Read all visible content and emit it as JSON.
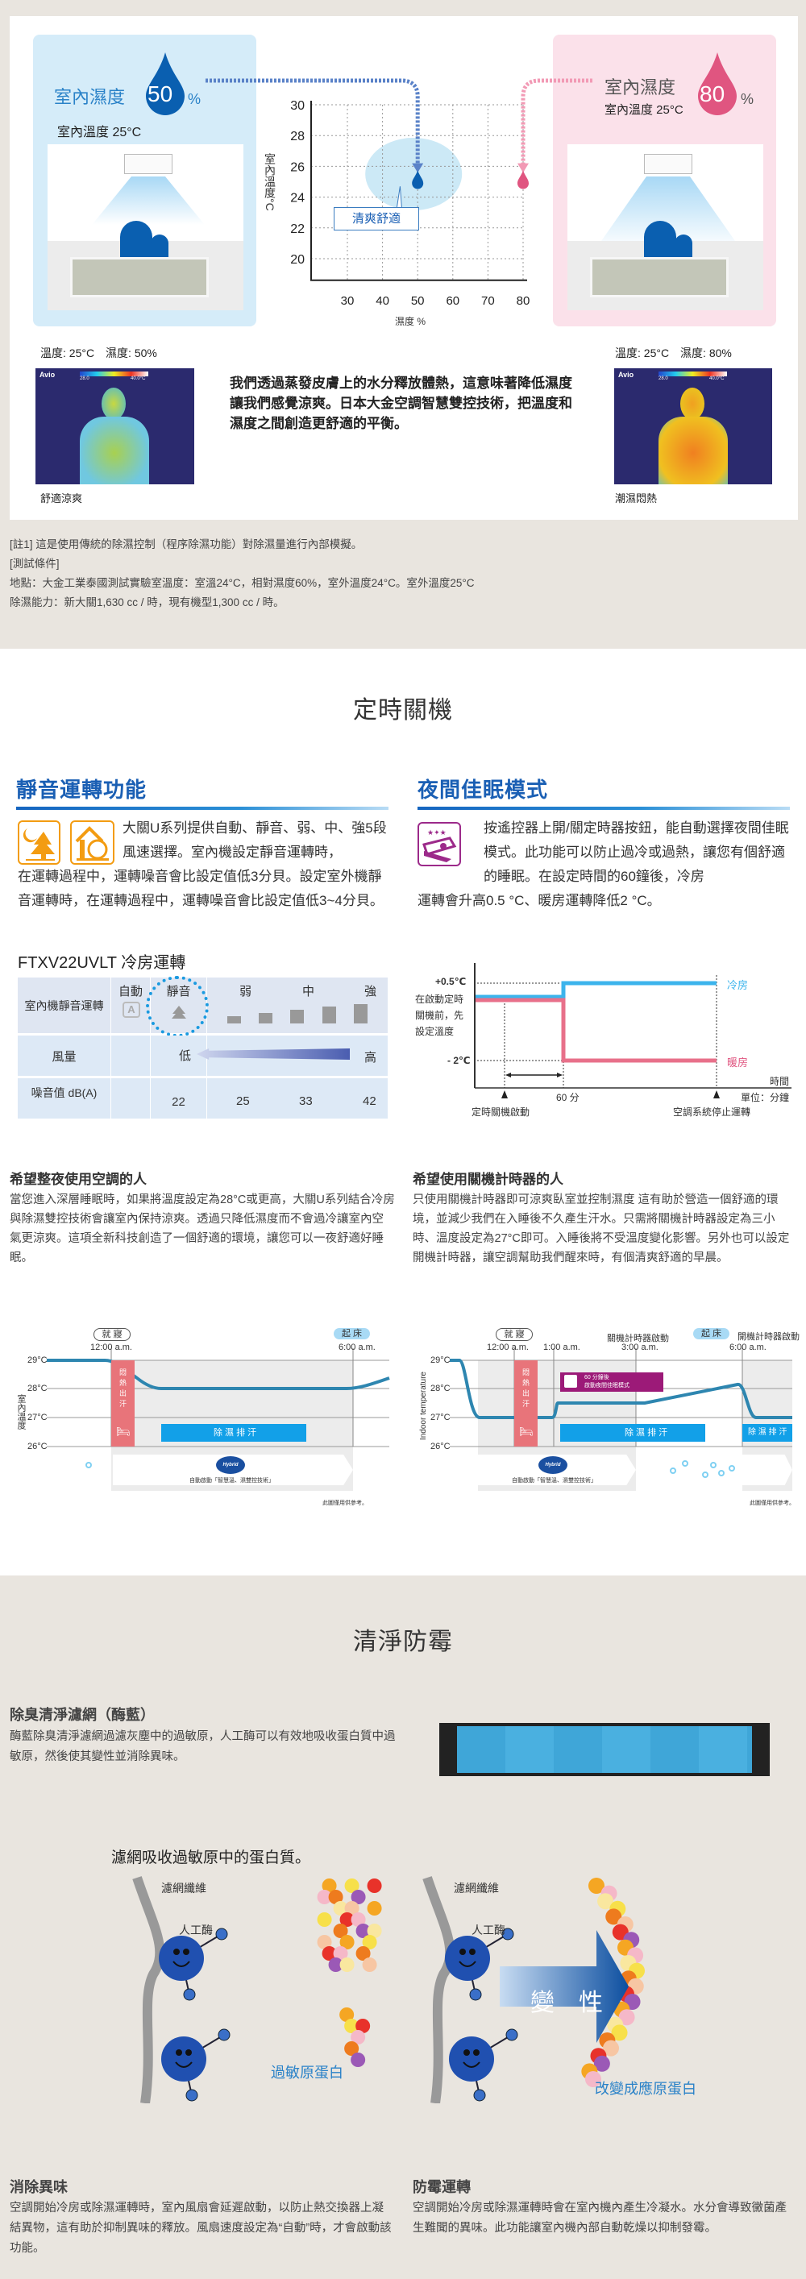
{
  "humidity_section": {
    "left_panel": {
      "label": "室內濕度",
      "value": "50",
      "unit": "%",
      "temp": "室內溫度 25°C"
    },
    "right_panel": {
      "label": "室內濕度",
      "value": "80",
      "unit": "%",
      "temp": "室內溫度 25°C"
    },
    "chart": {
      "y_label": "室內溫度°C",
      "x_label": "濕度 %",
      "y_ticks": [
        "30",
        "28",
        "26",
        "24",
        "22",
        "20"
      ],
      "x_ticks": [
        "30",
        "40",
        "50",
        "60",
        "70",
        "80"
      ],
      "callout": "清爽舒適",
      "points": [
        {
          "humidity": 50,
          "temp": 25,
          "color": "#0a5fb0"
        },
        {
          "humidity": 80,
          "temp": 25,
          "color": "#e05580"
        }
      ]
    },
    "left_thermal": {
      "caption_top": "溫度: 25°C　濕度: 50%",
      "caption": "舒適涼爽",
      "brand": "Avio",
      "scale_min": "28.0",
      "scale_max": "40.0°C"
    },
    "right_thermal": {
      "caption_top": "溫度: 25°C　濕度: 80%",
      "caption": "潮濕悶熱",
      "brand": "Avio",
      "scale_min": "28.0",
      "scale_max": "40.0°C"
    },
    "description": "我們透過蒸發皮膚上的水分釋放體熱，這意味著降低濕度讓我們感覺涼爽。日本大金空調智慧雙控技術，把溫度和濕度之間創造更舒適的平衡。"
  },
  "notes": [
    "[註1] 這是使用傳統的除濕控制（程序除濕功能）對除濕量進行內部模擬。",
    "[測試條件]",
    "地點：大金工業泰國測試實驗室溫度：室溫24°C，相對濕度60%，室外溫度24°C。室外溫度25°C",
    "除濕能力：新大關1,630 cc / 時，現有機型1,300 cc / 時。"
  ],
  "timer_section": {
    "title": "定時關機",
    "quiet": {
      "title": "靜音運轉功能",
      "text_indent": "大關U系列提供自動、靜音、弱、中、強5段風速選擇。室內機設定靜音運轉時，",
      "text_rest": "在運轉過程中，運轉噪音會比設定值低3分貝。設定室外機靜音運轉時，在運轉過程中，運轉噪音會比設定值低3~4分貝。"
    },
    "night": {
      "title": "夜間佳眠模式",
      "text_indent": "按遙控器上開/關定時器按鈕，能自動選擇夜間佳眠模式。此功能可以防止過冷或過熱，讓您有個舒適的睡眠。在設定時間的60鐘後，冷房",
      "text_rest": "運轉會升高0.5 °C、暖房運轉降低2 °C。"
    },
    "table": {
      "title": "FTXV22UVLT 冷房運轉",
      "row_header": "室內機靜音運轉",
      "modes": [
        "自動",
        "靜音",
        "弱",
        "中",
        "強"
      ],
      "airflow_label": "風量",
      "airflow_low": "低",
      "airflow_high": "高",
      "noise_label": "噪音值 dB(A)",
      "noise_values": [
        "22",
        "25",
        "33",
        "42"
      ]
    },
    "timer_chart": {
      "plus": "+0.5℃",
      "minus": "- 2℃",
      "left_note": [
        "在啟動定時",
        "關機前，先",
        "設定溫度"
      ],
      "cool": "冷房",
      "heat": "暖房",
      "minutes": "60 分",
      "time": "時間",
      "unit": "單位：分鐘",
      "start": "定時關機啟動",
      "stop": "空調系統停止運轉"
    },
    "all_night": {
      "title": "希望整夜使用空調的人",
      "text": "當您進入深層睡眠時，如果將溫度設定為28°C或更高，大關U系列結合冷房與除濕雙控技術會讓室內保持涼爽。透過只降低濕度而不會過冷讓室內空氣更涼爽。這項全新科技創造了一個舒適的環境，讓您可以一夜舒適好睡眠。"
    },
    "timer_users": {
      "title": "希望使用關機計時器的人",
      "text": "只使用關機計時器即可涼爽臥室並控制濕度 這有助於營造一個舒適的環境，並減少我們在入睡後不久產生汗水。只需將關機計時器設定為三小時、溫度設定為27°C即可。入睡後將不受溫度變化影響。另外也可以設定開機計時器，讓空調幫助我們醒來時，有個清爽舒適的早晨。"
    },
    "graph_left": {
      "sleep": "就 寢",
      "wake": "起 床",
      "times": [
        "12:00 a.m.",
        "6:00 a.m."
      ],
      "y_ticks": [
        "29°C",
        "28°C",
        "27°C",
        "26°C"
      ],
      "y_label": "室內溫度",
      "red_bar": "悶熱出汗",
      "blue_bar": "除 濕 排 汗",
      "hybrid": "自動啟動「智慧溫、濕雙控技術」",
      "logo": "Hybrid Cooling",
      "footnote": "此圖僅用供參考。"
    },
    "graph_right": {
      "sleep": "就 寢",
      "wake": "起 床",
      "off_timer": "關機計時器啟動",
      "on_timer": "開機計時器啟動",
      "times": [
        "12:00 a.m.",
        "1:00 a.m.",
        "3:00 a.m.",
        "6:00 a.m."
      ],
      "y_ticks": [
        "29°C",
        "28°C",
        "27°C",
        "26°C"
      ],
      "y_label": "Indoor temperature",
      "red_bar": "悶熱出汗",
      "callout": [
        "60 分鐘後",
        "啟動夜間佳眠模式"
      ],
      "blue_bar": "除 濕 排 汗",
      "blue_bar2": "除 濕 排 汗",
      "hybrid": "自動啟動「智慧溫、濕雙控技術」",
      "logo": "Hybrid Cooling",
      "footnote": "此圖僅用供參考。"
    }
  },
  "clean_section": {
    "title": "清淨防霉",
    "filter": {
      "title": "除臭清淨濾網（酶藍）",
      "text": "酶藍除臭清淨濾網過濾灰塵中的過敏原，人工酶可以有效地吸收蛋白質中過敏原，然後使其變性並消除異味。"
    },
    "diagram": {
      "title": "濾網吸收過敏原中的蛋白質。",
      "fiber": "濾網纖維",
      "enzyme": "人工酶",
      "allergen": "過敏原蛋白",
      "arrow": "變　性",
      "result": "改變成應原蛋白"
    },
    "odor": {
      "title": "消除異味",
      "text": "空調開始冷房或除濕運轉時，室內風扇會延遲啟動，以防止熱交換器上凝結異物，這有助於抑制異味的釋放。風扇速度設定為“自動”時，才會啟動該功能。"
    },
    "mold": {
      "title": "防霉運轉",
      "text": "空調開始冷房或除濕運轉時會在室內機內產生冷凝水。水分會導致黴菌產生難聞的異味。此功能讓室內機內部自動乾燥以抑制發霉。"
    }
  },
  "colors": {
    "blue": "#1a5fb4",
    "pink": "#e05580",
    "beige": "#e9e5df",
    "orange": "#f39c12",
    "purple": "#9c2a8a"
  }
}
